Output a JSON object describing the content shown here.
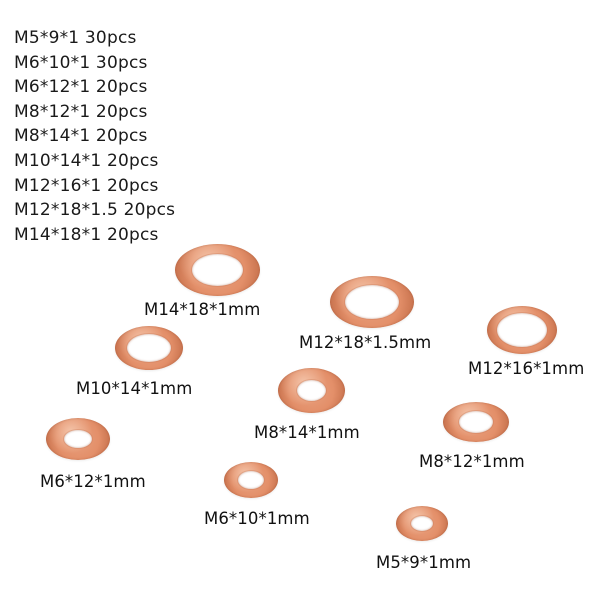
{
  "spec_list": [
    "M5*9*1 30pcs",
    "M6*10*1 30pcs",
    "M6*12*1 20pcs",
    "M8*12*1 20pcs",
    "M8*14*1 20pcs",
    "M10*14*1 20pcs",
    "M12*16*1 20pcs",
    "M12*18*1.5 20pcs",
    "M14*18*1 20pcs"
  ],
  "washers": {
    "m14_18_1": "M14*18*1mm",
    "m12_18_15": "M12*18*1.5mm",
    "m12_16_1": "M12*16*1mm",
    "m10_14_1": "M10*14*1mm",
    "m8_14_1": "M8*14*1mm",
    "m8_12_1": "M8*12*1mm",
    "m6_12_1": "M6*12*1mm",
    "m6_10_1": "M6*10*1mm",
    "m5_9_1": "M5*9*1mm"
  },
  "colors": {
    "copper": "#e38f69",
    "background": "#ffffff"
  }
}
